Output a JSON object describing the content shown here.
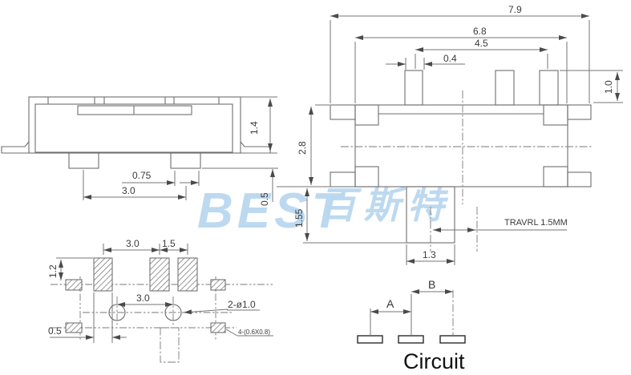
{
  "watermark": {
    "text_latin": "BEST",
    "text_cjk": "百斯特",
    "color": "#b9d8f0"
  },
  "views": {
    "side": {
      "dim_height": "1.4",
      "dim_leg_width": "0.75",
      "dim_leg_pitch": "3.0",
      "dim_standoff": "0.5"
    },
    "top": {
      "dim_overall": "7.9",
      "dim_body": "6.8",
      "dim_pin_span": "4.5",
      "dim_pin_width": "0.4",
      "dim_pin_height": "1.0",
      "dim_depth": "2.8",
      "dim_stem": "1.55",
      "dim_knob": "1.3",
      "travel_label": "TRAVRL 1.5MM"
    },
    "footprint": {
      "dim_pad_span": "3.0",
      "dim_pad_pitch": "1.5",
      "dim_pad_height": "1.2",
      "dim_hole_pitch": "3.0",
      "dim_edge": "0.5",
      "holes_label": "2-ø1.0",
      "slots_label": "4-(0.6X0.8)"
    },
    "circuit": {
      "dim_a": "A",
      "dim_b": "B",
      "title": "Circuit"
    }
  }
}
